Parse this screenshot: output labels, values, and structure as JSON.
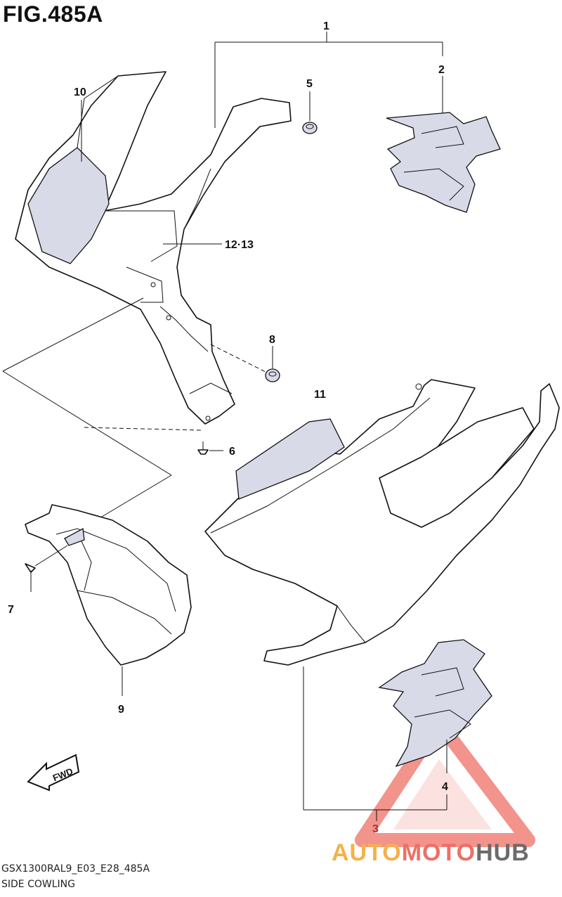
{
  "figure": {
    "title": "FIG.485A"
  },
  "callouts": {
    "c1": "1",
    "c2": "2",
    "c3": "3",
    "c4": "4",
    "c5": "5",
    "c6": "6",
    "c7": "7",
    "c8": "8",
    "c9": "9",
    "c10": "10",
    "c11": "11",
    "c12_13": "12·13"
  },
  "fwd_arrow": {
    "label": "FWD"
  },
  "footer": {
    "code": "GSX1300RAL9_E03_E28_485A",
    "name": "SIDE COWLING"
  },
  "watermark": {
    "part1": "AUTO",
    "part2": "MOTO",
    "part3": "HUB",
    "colors": {
      "auto": "#f3b24a",
      "moto": "#ee6f66",
      "hub": "#6b6b6b"
    }
  }
}
